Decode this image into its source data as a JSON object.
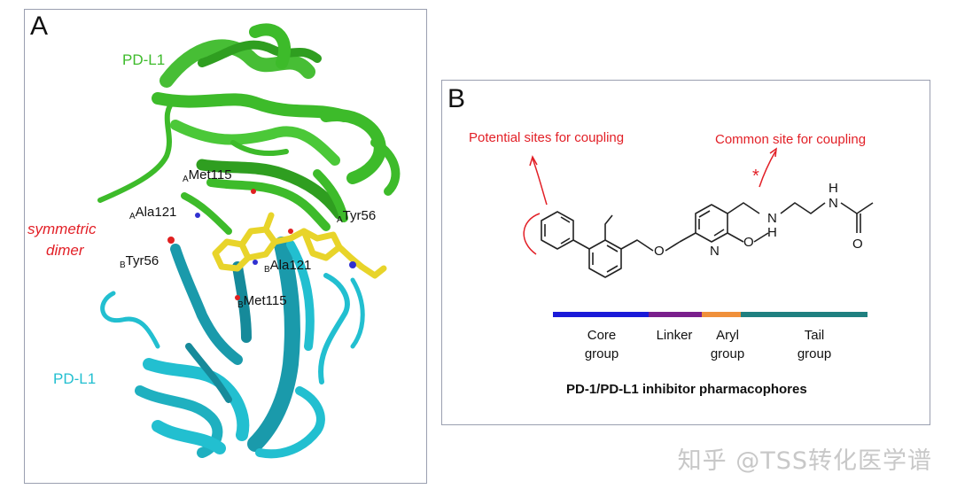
{
  "panel_a": {
    "letter": "A",
    "pdl1_top": "PD-L1",
    "pdl1_bottom": "PD-L1",
    "dimer_line1": "symmetric",
    "dimer_line2": "dimer",
    "residues": {
      "a_met115": {
        "chain": "A",
        "name": "Met115"
      },
      "a_ala121": {
        "chain": "A",
        "name": "Ala121"
      },
      "a_tyr56": {
        "chain": "A",
        "name": "Tyr56"
      },
      "b_tyr56": {
        "chain": "B",
        "name": "Tyr56"
      },
      "b_ala121": {
        "chain": "B",
        "name": "Ala121"
      },
      "b_met115": {
        "chain": "B",
        "name": "Met115"
      }
    },
    "colors": {
      "chain_a": "#3dbb2a",
      "chain_b": "#22bfd0",
      "ligand": "#e8d42a",
      "label_red": "#e21f26"
    }
  },
  "panel_b": {
    "letter": "B",
    "potential_sites": "Potential sites for coupling",
    "common_site": "Common  site for coupling",
    "atoms": {
      "o1": "O",
      "n_ring": "N",
      "o2": "O",
      "nh1_h": "H",
      "nh1_n": "N",
      "nh2_h": "H",
      "nh2_n": "N",
      "o_carbonyl": "O",
      "star": "*"
    },
    "groups": [
      {
        "line1": "Core",
        "line2": "group",
        "color": "#1a1ad8"
      },
      {
        "line1": "Linker",
        "line2": "",
        "color": "#7a1f8c"
      },
      {
        "line1": "Aryl",
        "line2": "group",
        "color": "#f0903a"
      },
      {
        "line1": "Tail",
        "line2": "group",
        "color": "#1f8080"
      }
    ],
    "caption": "PD-1/PD-L1 inhibitor pharmacophores"
  },
  "watermark": "知乎 @TSS转化医学谱"
}
